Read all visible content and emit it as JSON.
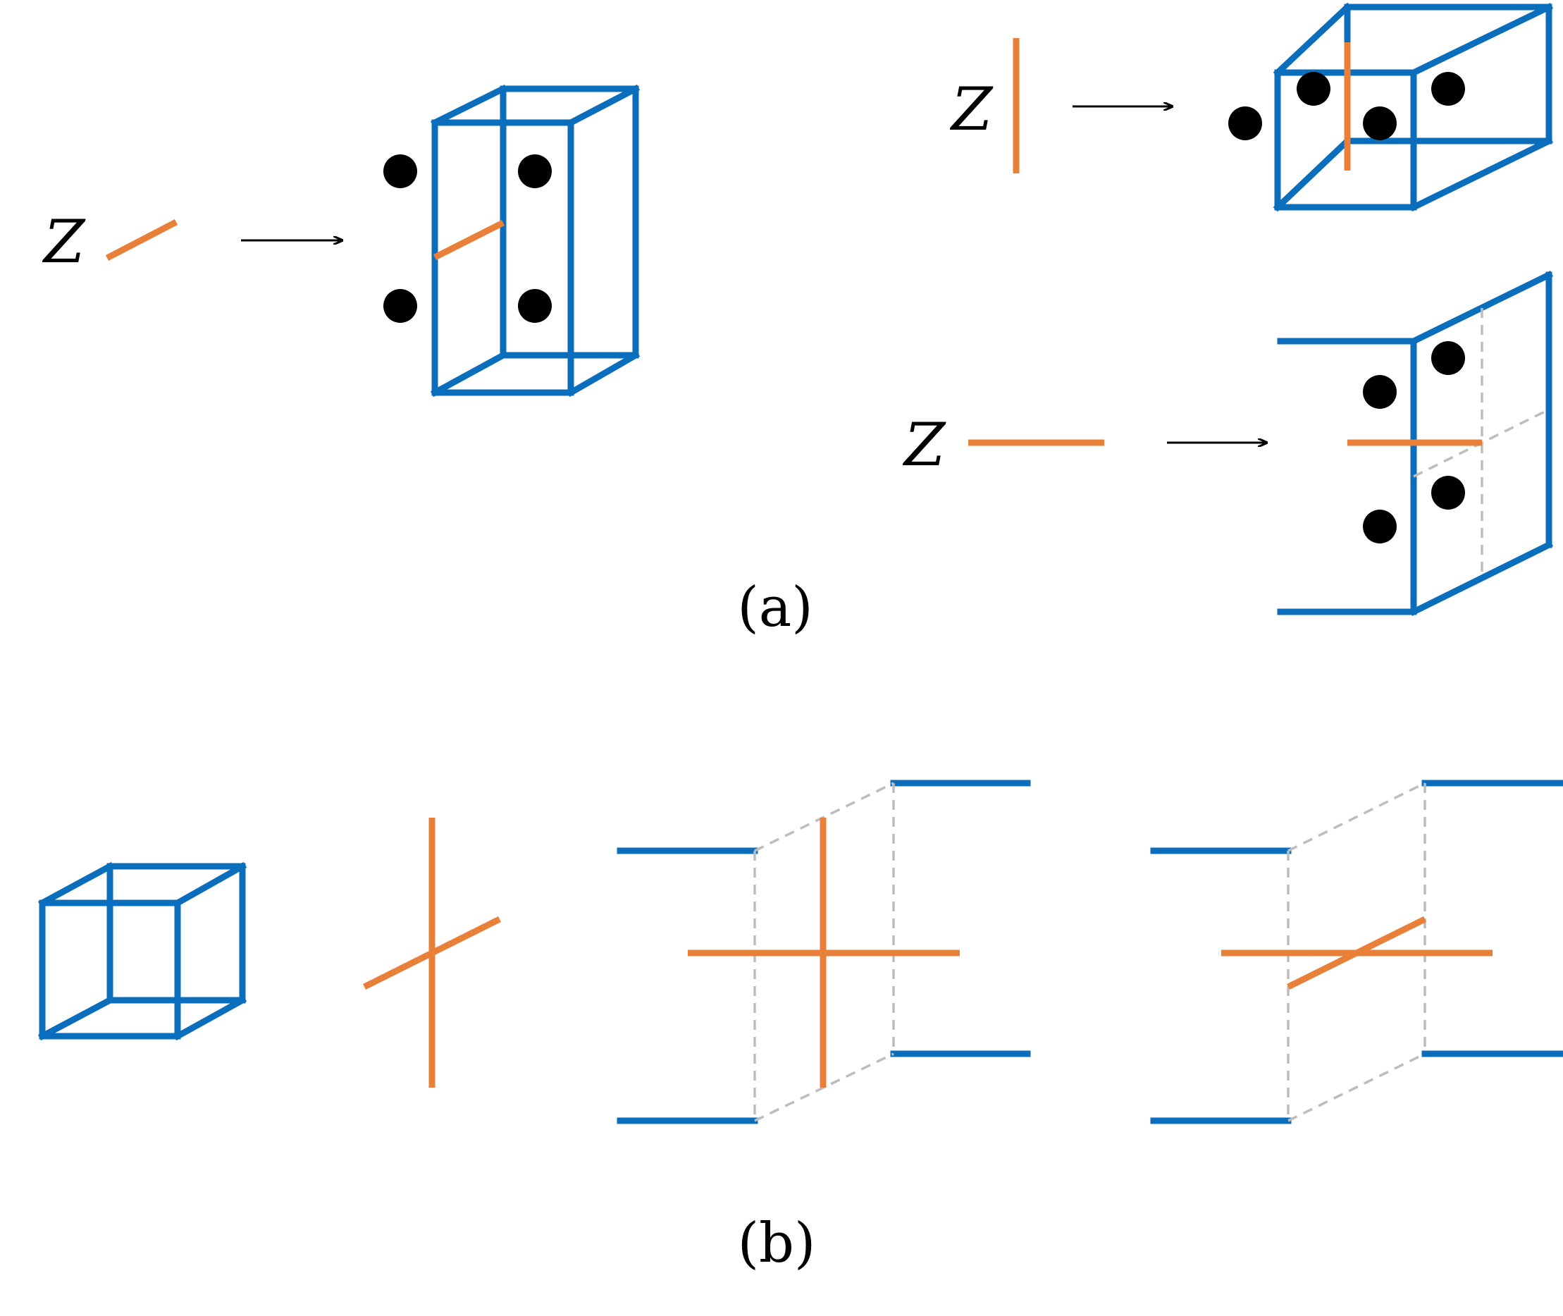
{
  "colors": {
    "cube_edges": "#0a6ebd",
    "operator_edges": "#e8803a",
    "hidden_edges": "#bdbdbd",
    "excitations": "#000000"
  },
  "panel_a": {
    "operator_labels": [
      "Z",
      "Z",
      "Z"
    ],
    "caption": "(a)"
  },
  "panel_b": {
    "caption": "(b)"
  }
}
